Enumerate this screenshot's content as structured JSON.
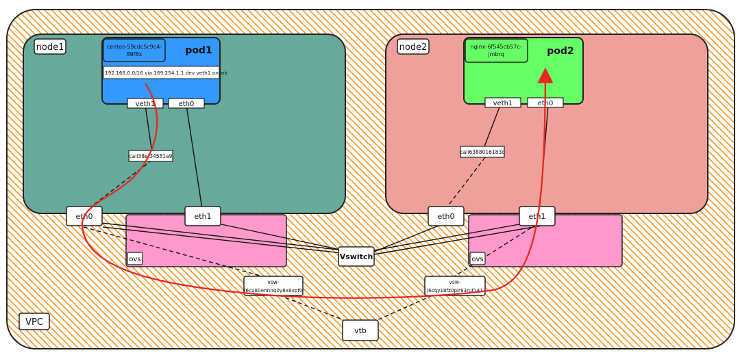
{
  "vpc": {
    "label": "VPC"
  },
  "node1": {
    "label": "node1",
    "pod": {
      "label": "pod1",
      "name_line1": "centos-59cdc5c9c4-",
      "name_line2": "89f8x",
      "route": "192.168.0.0/16 via 169.254.1.1 dev veth1 onlink",
      "veth": "veth1",
      "eth": "eth0"
    },
    "cali": "cali38ef34581a9",
    "eth0": "eth0",
    "eth1": "eth1",
    "ovs": "ovs"
  },
  "node2": {
    "label": "node2",
    "pod": {
      "label": "pod2",
      "name_line1": "nginx-6f545cb57c-",
      "name_line2": "jmbrq",
      "veth": "veth1",
      "eth": "eth0"
    },
    "cali": "cali6388016183c",
    "eth0": "eth0",
    "eth1": "eth1",
    "ovs": "ovs"
  },
  "vswitch": {
    "label": "Vswitch"
  },
  "vsw_left": {
    "line1": "vsw-",
    "line2": "j6cu80ennnq0y8x8xpf0"
  },
  "vsw_right": {
    "line1": "vsw-",
    "line2": "j6cqy18fz0plr83ruf141"
  },
  "vtb": {
    "label": "vtb"
  },
  "colors": {
    "vpc_hatch": "#f7941d",
    "node1_fill": "#67a99b",
    "node2_fill": "#f0a09a",
    "pod1_fill": "#3399ff",
    "pod2_fill": "#66ff66",
    "ovs_fill": "#ff99cc",
    "flow_arrow": "#e8281e"
  }
}
